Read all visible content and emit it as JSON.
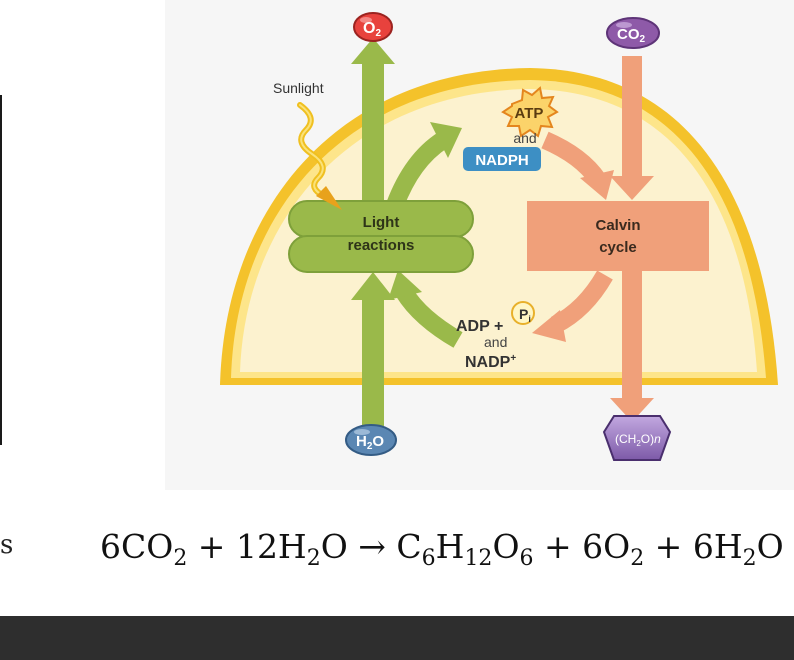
{
  "diagram": {
    "sunlight_label": "Sunlight",
    "o2": {
      "text": "O",
      "sub": "2"
    },
    "co2": {
      "text": "CO",
      "sub": "2"
    },
    "h2o": {
      "h": "H",
      "sub": "2",
      "o": "O"
    },
    "atp_label": "ATP",
    "and_top": "and",
    "nadph_label": "NADPH",
    "light_reactions_line1": "Light",
    "light_reactions_line2": "reactions",
    "calvin_line1": "Calvin",
    "calvin_line2": "cycle",
    "adp_label": "ADP +",
    "pi": {
      "p": "P",
      "sub": "i"
    },
    "and_bottom": "and",
    "nadp": {
      "text": "NADP",
      "sup": "+"
    },
    "sugar": {
      "open": "(CH",
      "sub": "2",
      "close": "O)",
      "n": "n"
    }
  },
  "equation": {
    "t1": "6CO",
    "s1": "2",
    "t2": " + 12H",
    "s2": "2",
    "t3": "O → C",
    "s3": "6",
    "t4": "H",
    "s4": "12",
    "t5": "O",
    "s5": "6",
    "t6": " + 6O",
    "s6": "2",
    "t7": " + 6H",
    "s7": "2",
    "t8": "O"
  },
  "left_fragment": "s",
  "colors": {
    "membrane": "#f4c22b",
    "stroma": "#fcf2cf",
    "light_green": "#9ab94a",
    "calvin_orange": "#f0a07a",
    "nadph_blue": "#3d8fc4",
    "o2_red": "#e8423d",
    "co2_purple": "#8e5aa8",
    "h2o_blue": "#5b87b3",
    "sugar_purple": "#9573bd"
  }
}
